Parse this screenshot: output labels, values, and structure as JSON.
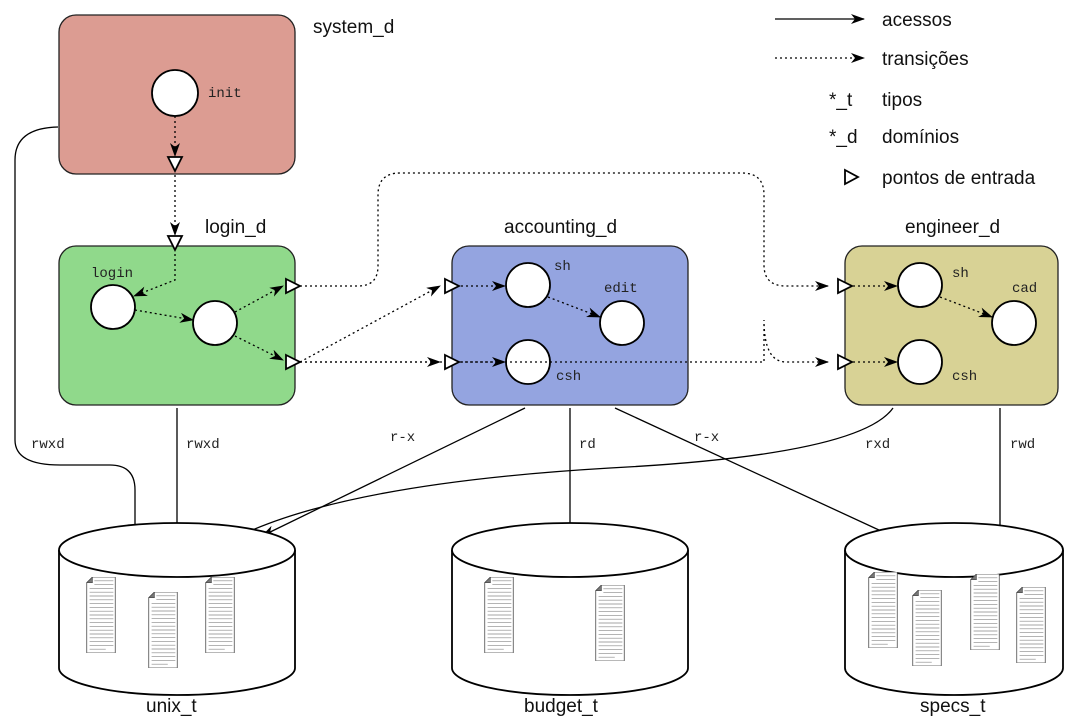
{
  "legend": {
    "access": "acessos",
    "transition": "transições",
    "types_key": "*_t",
    "types": "tipos",
    "domains_key": "*_d",
    "domains": "domínios",
    "entry_points": "pontos de entrada"
  },
  "domains": {
    "system": {
      "title": "system_d",
      "color": "#dc9c92",
      "processes": {
        "init": "init"
      }
    },
    "login": {
      "title": "login_d",
      "color": "#90d98b",
      "processes": {
        "login": "login"
      }
    },
    "accounting": {
      "title": "accounting_d",
      "color": "#94a4e0",
      "processes": {
        "sh": "sh",
        "edit": "edit",
        "csh": "csh"
      }
    },
    "engineer": {
      "title": "engineer_d",
      "color": "#d8d295",
      "processes": {
        "sh": "sh",
        "cad": "cad",
        "csh": "csh"
      }
    }
  },
  "types": {
    "unix": {
      "title": "unix_t"
    },
    "budget": {
      "title": "budget_t"
    },
    "specs": {
      "title": "specs_t"
    }
  },
  "permissions": {
    "system_unix": "rwxd",
    "login_unix": "rwxd",
    "accounting_unix": "r-x",
    "accounting_budget": "rd",
    "accounting_specs": "r-x",
    "engineer_unix": "rxd",
    "engineer_specs": "rwd"
  }
}
